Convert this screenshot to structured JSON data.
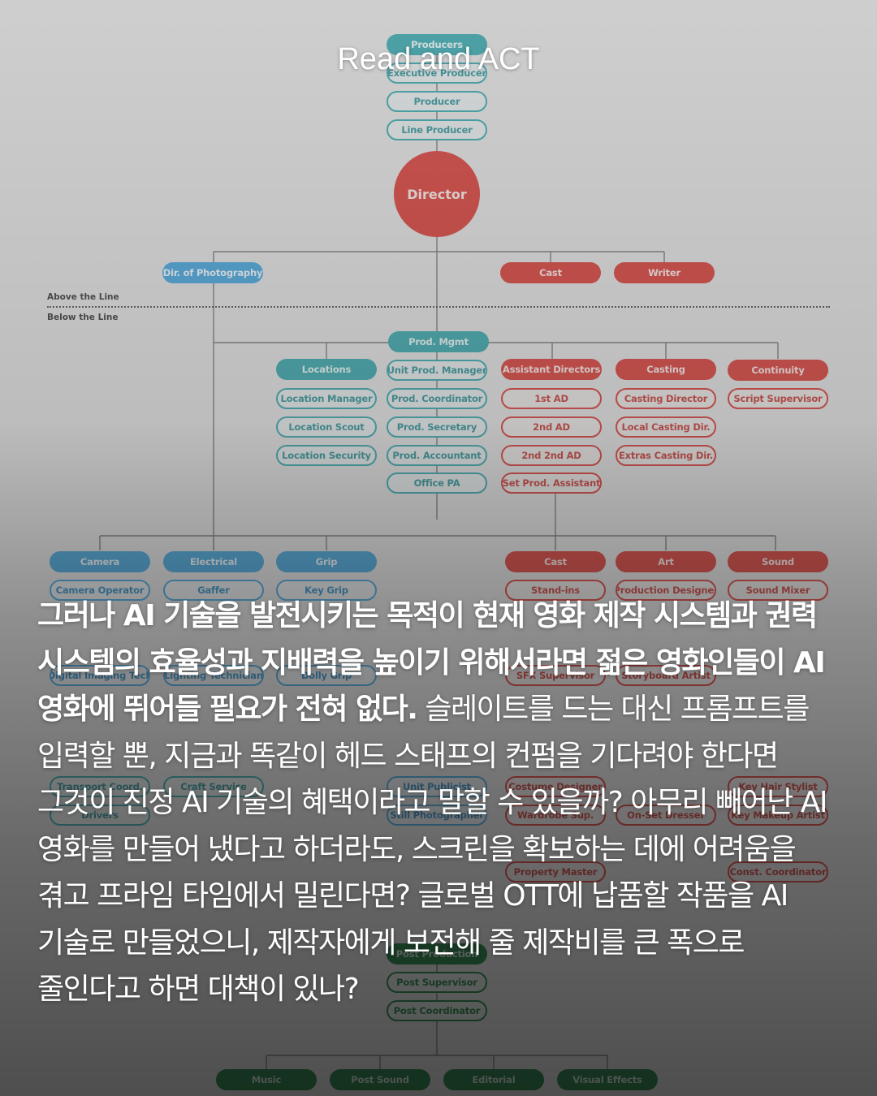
{
  "brand": "Read and ACT",
  "colors": {
    "teal": "#55b3b8",
    "blue": "#5fb1e0",
    "red": "#dd5a55",
    "green": "#3a8f58",
    "text": "#ffffff"
  },
  "org_chart": {
    "labels": {
      "above_line": "Above the Line",
      "below_line": "Below the Line"
    },
    "producers": [
      "Producers",
      "Executive Producer",
      "Producer",
      "Line Producer"
    ],
    "director": "Director",
    "above_line_roles": [
      "Dir. of Photography",
      "Cast",
      "Writer"
    ],
    "prod_mgmt": "Prod. Mgmt",
    "groups": [
      {
        "id": "locations",
        "color": "teal",
        "title": "Locations",
        "items": [
          "Location Manager",
          "Location Scout",
          "Location Security"
        ]
      },
      {
        "id": "unit",
        "color": "blue",
        "title": "Unit Prod. Manager",
        "items": [
          "Prod. Coordinator",
          "Prod. Secretary",
          "Prod. Accountant",
          "Office PA"
        ]
      },
      {
        "id": "ads",
        "color": "red",
        "title": "Assistant Directors",
        "items": [
          "1st AD",
          "2nd AD",
          "2nd 2nd AD",
          "Set Prod. Assistant"
        ]
      },
      {
        "id": "casting",
        "color": "red",
        "title": "Casting",
        "items": [
          "Casting Director",
          "Local Casting Dir.",
          "Extras Casting Dir."
        ]
      },
      {
        "id": "continuity",
        "color": "red",
        "title": "Continuity",
        "items": [
          "Script Supervisor"
        ]
      }
    ],
    "departments": [
      {
        "id": "camera",
        "color": "blue",
        "title": "Camera",
        "items": [
          "Camera Operator"
        ]
      },
      {
        "id": "electrical",
        "color": "blue",
        "title": "Electrical",
        "items": [
          "Gaffer"
        ]
      },
      {
        "id": "grip",
        "color": "blue",
        "title": "Grip",
        "items": [
          "Key Grip"
        ]
      },
      {
        "id": "cast2",
        "color": "red",
        "title": "Cast",
        "items": [
          "Stand-ins"
        ]
      },
      {
        "id": "art",
        "color": "red",
        "title": "Art",
        "items": [
          "Production Designer"
        ]
      },
      {
        "id": "sound",
        "color": "red",
        "title": "Sound",
        "items": [
          "Sound Mixer"
        ]
      }
    ],
    "post": [
      "Post Production",
      "Post Supervisor",
      "Post Coordinator"
    ],
    "post_departments": [
      "Music",
      "Post Sound",
      "Editorial",
      "Visual Effects"
    ],
    "partial_labels": [
      "Const. Coordinator",
      "Property Master",
      "Costume Designer",
      "Wardrobe Sup.",
      "Key Hair Stylist",
      "Key Makeup Artist",
      "Still Photographer",
      "Unit Publicist",
      "Transport Coord.",
      "Drivers",
      "Digital Imaging Tech",
      "Lighting Technician",
      "Storyboard Artist",
      "SFX Supervisor",
      "On-Set Dresser",
      "Craft Service",
      "Dolly Grip"
    ]
  },
  "body": {
    "emphasis": "그러나 AI 기술을 발전시키는 목적이 현재 영화 제작 시스템과 권력 시스템의 효율성과 지배력을 높이기 위해서라면 젊은 영화인들이 AI 영화에 뛰어들 필요가 전혀 없다.",
    "rest": " 슬레이트를 드는 대신 프롬프트를 입력할 뿐, 지금과 똑같이 헤드 스태프의 컨펌을 기다려야 한다면 그것이 진정 AI 기술의 혜택이라고 말할 수 있을까? 아무리 빼어난 AI 영화를 만들어 냈다고 하더라도, 스크린을 확보하는 데에 어려움을 겪고 프라임 타임에서 밀린다면? 글로벌 OTT에 납품할 작품을 AI 기술로 만들었으니, 제작자에게 보전해 줄 제작비를 큰 폭으로 줄인다고 하면 대책이 있나?"
  }
}
